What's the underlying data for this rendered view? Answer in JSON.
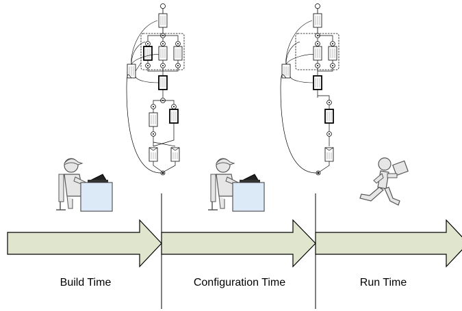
{
  "phases": [
    {
      "label": "Build Time"
    },
    {
      "label": "Configuration Time"
    },
    {
      "label": "Run Time"
    }
  ],
  "icons": {
    "worker_build": "person-at-computer-icon",
    "worker_config": "person-at-computer-icon",
    "runner": "running-person-carrying-box-icon"
  },
  "colors": {
    "arrow_fill": "#e0e6cd",
    "arrow_stroke": "#000000",
    "figure_fill": "#e6e6e6",
    "desk_fill": "#dce9f7",
    "divider": "#000000"
  }
}
